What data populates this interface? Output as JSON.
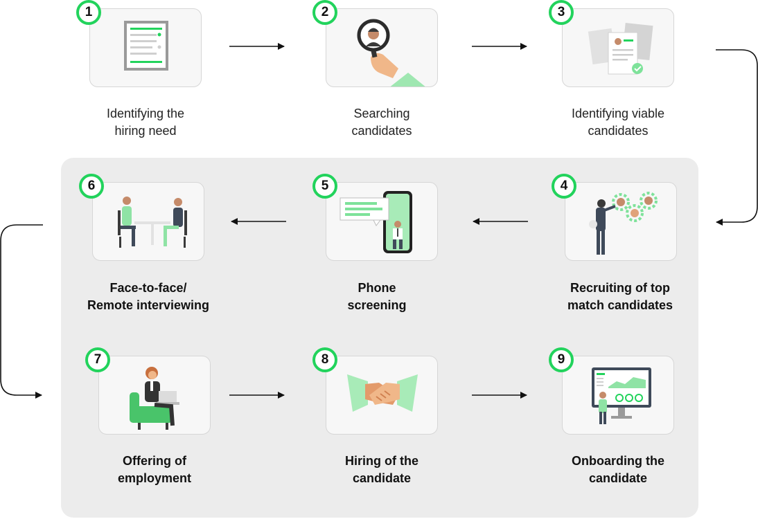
{
  "steps": [
    {
      "number": "1",
      "line1": "Identifying the",
      "line2": "hiring need"
    },
    {
      "number": "2",
      "line1": "Searching",
      "line2": "candidates"
    },
    {
      "number": "3",
      "line1": "Identifying viable",
      "line2": "candidates"
    },
    {
      "number": "4",
      "line1": "Recruiting of top",
      "line2": "match candidates"
    },
    {
      "number": "5",
      "line1": "Phone",
      "line2": "screening"
    },
    {
      "number": "6",
      "line1": "Face-to-face/",
      "line2": "Remote interviewing"
    },
    {
      "number": "7",
      "line1": "Offering of",
      "line2": "employment"
    },
    {
      "number": "8",
      "line1": "Hiring of the",
      "line2": "candidate"
    },
    {
      "number": "9",
      "line1": "Onboarding the",
      "line2": "candidate"
    }
  ],
  "colors": {
    "accent": "#22d35c",
    "panel": "#ececec",
    "card": "#f7f7f7",
    "arrow": "#111111"
  },
  "icons": [
    "document-icon",
    "magnifier-hand-icon",
    "resumes-check-icon",
    "recruiter-gears-icon",
    "phone-chat-icon",
    "interview-table-icon",
    "woman-laptop-chair-icon",
    "handshake-icon",
    "monitor-dashboard-icon"
  ]
}
